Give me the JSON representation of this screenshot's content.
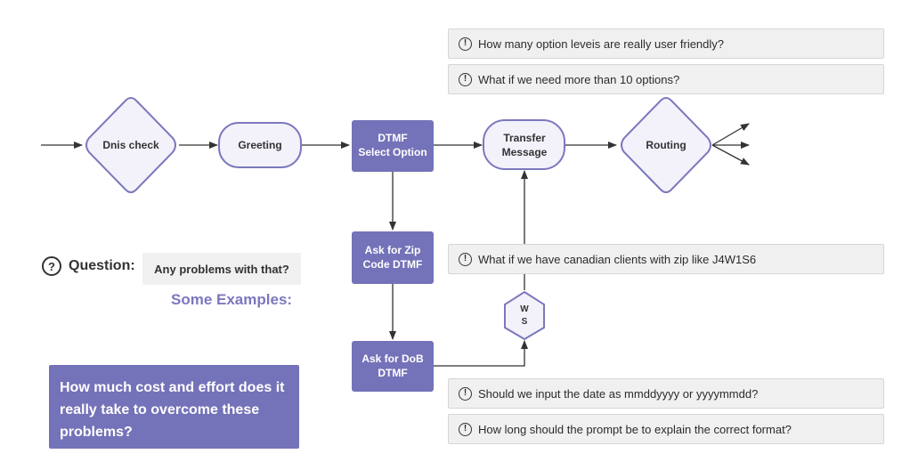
{
  "colors": {
    "purple": "#7472b8",
    "purple_light_fill": "#f3f2fb",
    "purple_stroke": "#7b78bd",
    "line": "#333333",
    "note_bg": "#f0f0f0"
  },
  "nodes": {
    "dnis_check": "Dnis check",
    "greeting": "Greeting",
    "dtmf_select": [
      "DTMF",
      "Select Option"
    ],
    "transfer_message": [
      "Transfer",
      "Message"
    ],
    "routing": "Routing",
    "ask_zip": [
      "Ask for Zip",
      "Code DTMF"
    ],
    "ask_dob": [
      "Ask for DoB",
      "DTMF"
    ],
    "ws": [
      "W",
      "S"
    ]
  },
  "notes": {
    "option_levels": "How many option leveis are really user friendly?",
    "more_options": "What if we need more than 10 options?",
    "canadian_zip": "What if we have canadian clients with zip like J4W1S6",
    "date_format": "Should we input the date as mmddyyyy or yyyymmdd?",
    "prompt_length": "How long should the prompt be to explain the correct format?"
  },
  "icons": {
    "warning": "!",
    "question": "?"
  },
  "question": {
    "label": "Question:",
    "text": "Any problems with that?",
    "examples_label": "Some Examples:"
  },
  "callout": "How much cost and effort does it really take to overcome these problems?"
}
